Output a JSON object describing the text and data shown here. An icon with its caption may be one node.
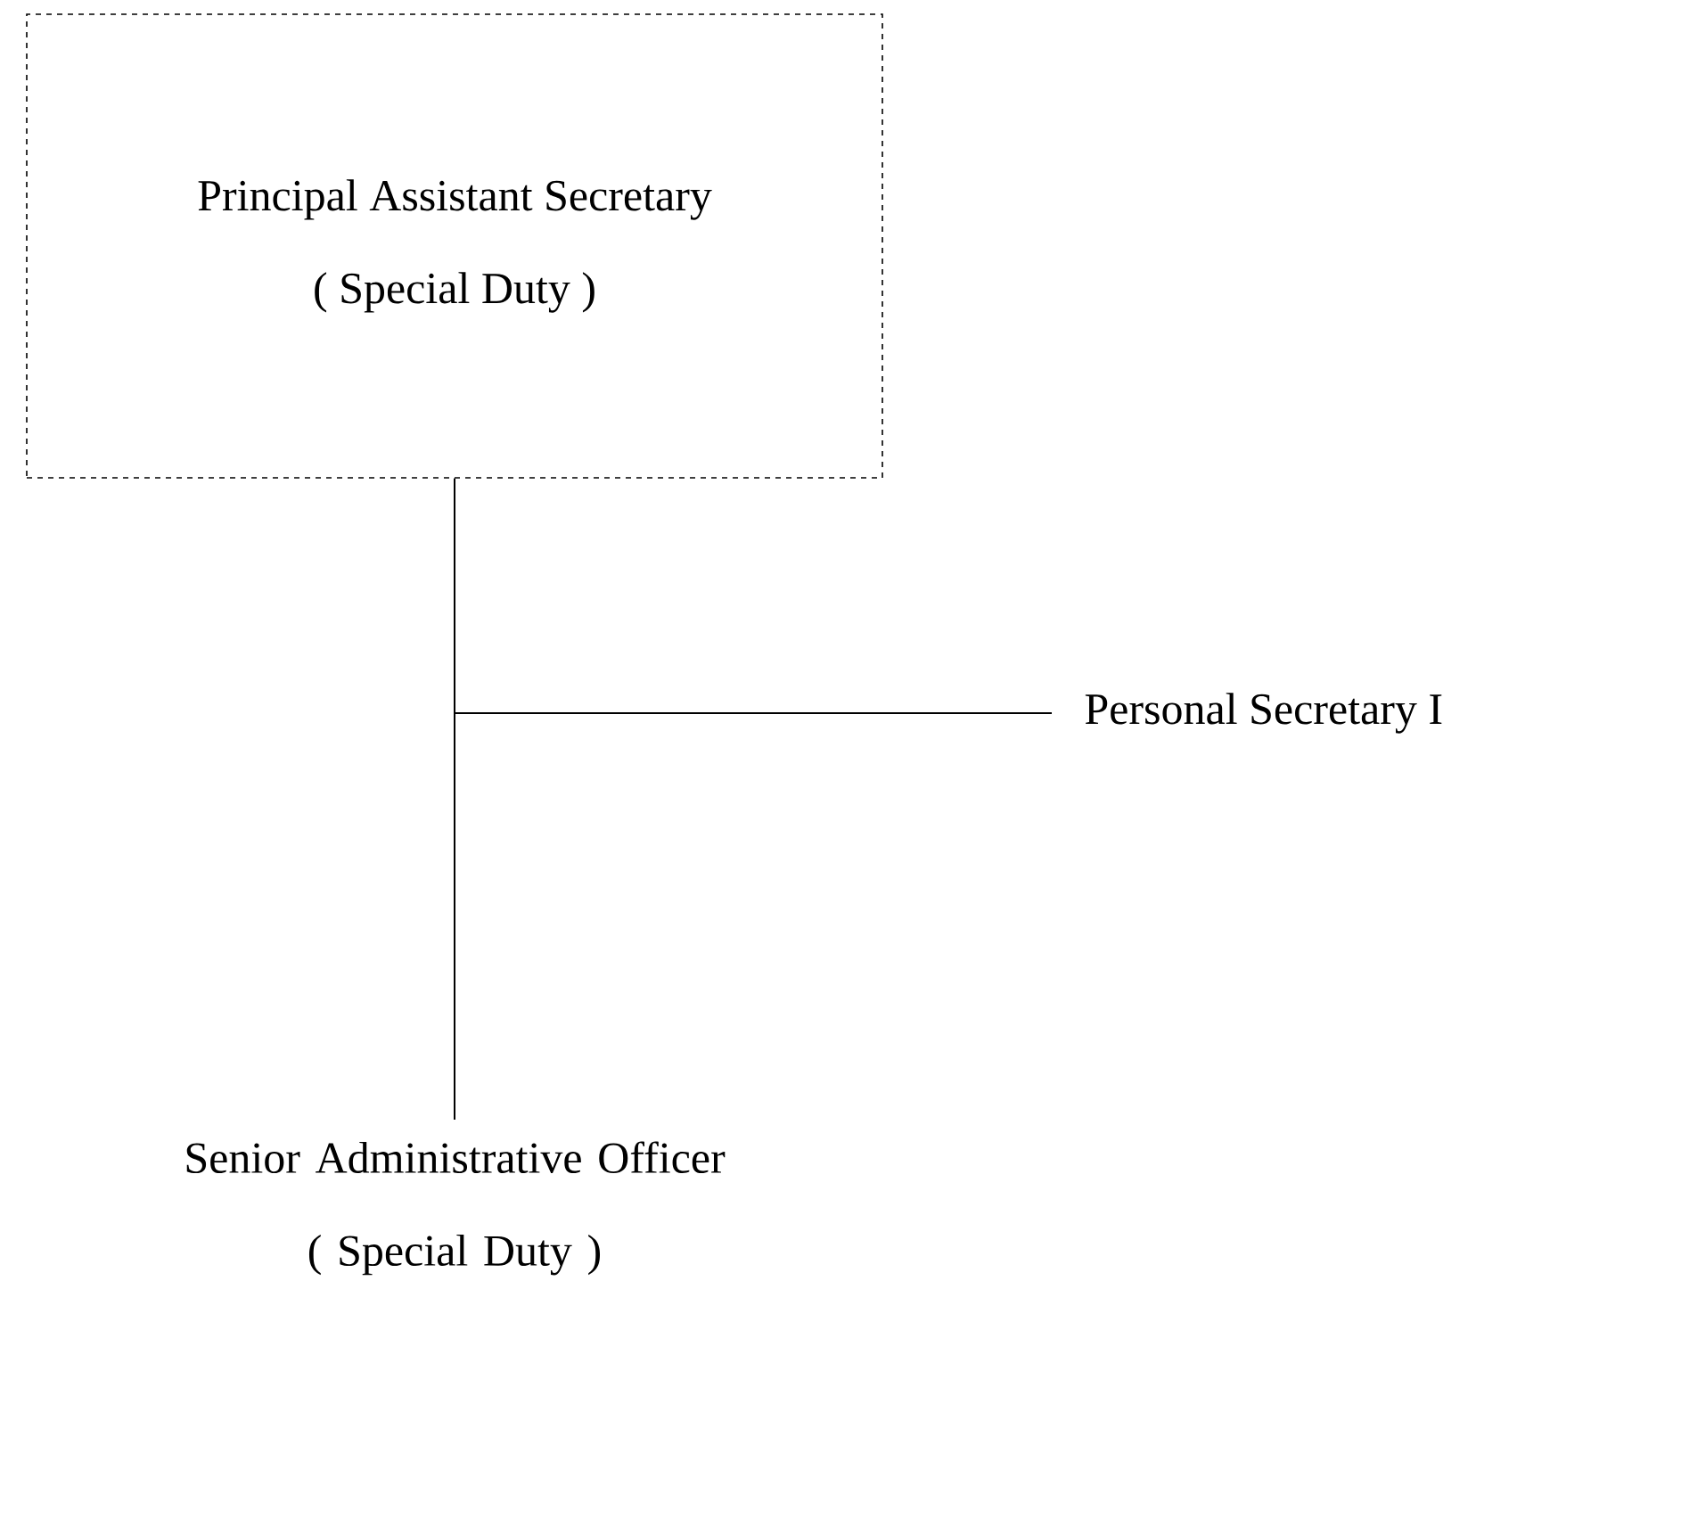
{
  "diagram": {
    "nodes": [
      {
        "text": [
          "Principal Assistant Secretary",
          "( Special Duty )"
        ]
      },
      {
        "text": [
          "Personal Secretary I"
        ]
      },
      {
        "text": [
          "Senior Administrative Officer",
          "( Special Duty )"
        ]
      }
    ],
    "edges": [
      {
        "from": 0,
        "to": 1,
        "arrow": "none"
      },
      {
        "from": 0,
        "to": 2,
        "arrow": "none"
      }
    ]
  }
}
